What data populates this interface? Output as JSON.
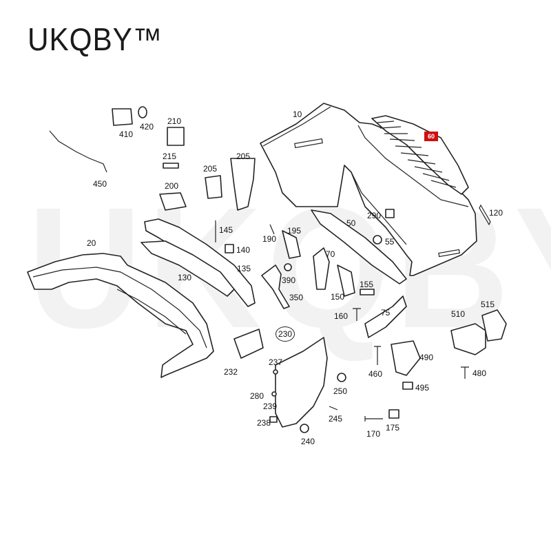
{
  "brand": "UKQBY™",
  "watermark": "UKQBY™",
  "badge_60": "60",
  "labels": {
    "l10": "10",
    "l20": "20",
    "l50": "50",
    "l55": "55",
    "l70": "70",
    "l75": "75",
    "l120": "120",
    "l130": "130",
    "l135": "135",
    "l140": "140",
    "l145": "145",
    "l150": "150",
    "l155": "155",
    "l160": "160",
    "l170": "170",
    "l175": "175",
    "l190": "190",
    "l195": "195",
    "l200": "200",
    "l205a": "205",
    "l205b": "205",
    "l210": "210",
    "l215": "215",
    "l230": "230",
    "l232": "232",
    "l237": "237",
    "l238": "238",
    "l239": "239",
    "l240": "240",
    "l245": "245",
    "l250": "250",
    "l280": "280",
    "l290": "290",
    "l350": "350",
    "l390": "390",
    "l410": "410",
    "l420": "420",
    "l450": "450",
    "l460": "460",
    "l480": "480",
    "l490": "490",
    "l495": "495",
    "l510": "510",
    "l515": "515"
  }
}
